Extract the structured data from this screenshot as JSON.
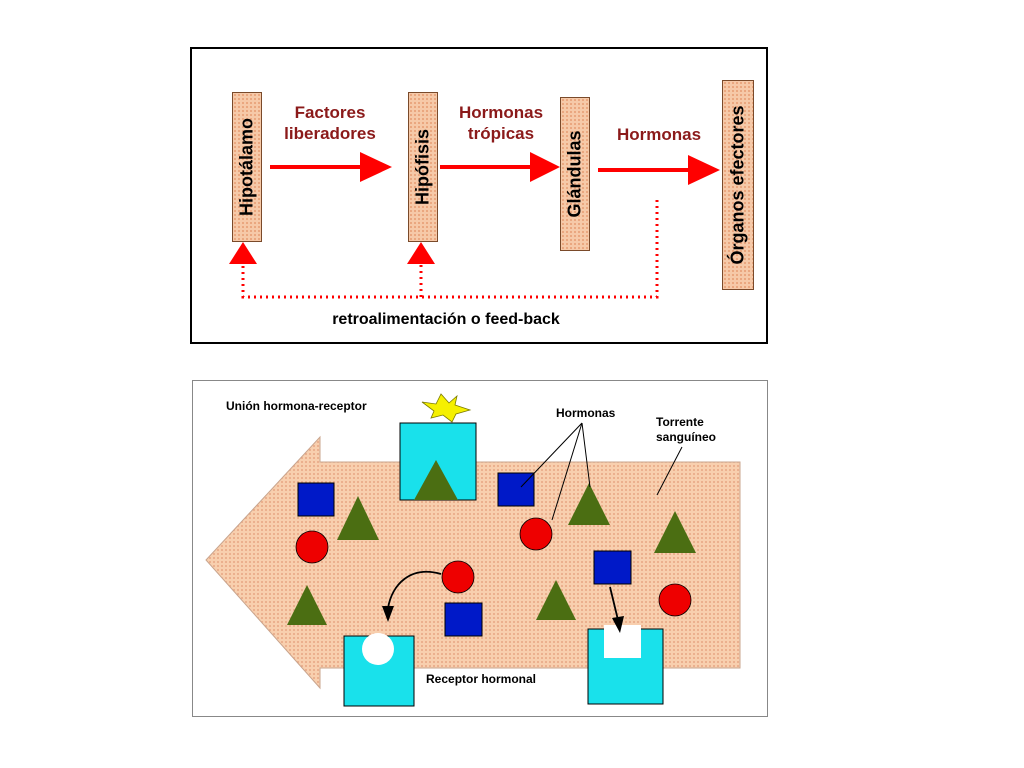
{
  "top_diagram": {
    "boxes": [
      "Hipotálamo",
      "Hipófisis",
      "Glándulas",
      "Órganos efectores"
    ],
    "arrow_labels": {
      "factores": [
        "Factores",
        "liberadores"
      ],
      "tropicas": [
        "Hormonas",
        "trópicas"
      ],
      "hormonas": "Hormonas"
    },
    "feedback": "retroalimentación o feed-back"
  },
  "bottom_diagram": {
    "union": "Unión hormona-receptor",
    "hormonas": "Hormonas",
    "torrente": [
      "Torrente",
      "sanguíneo"
    ],
    "receptor": "Receptor hormonal"
  },
  "colors": {
    "arrow_red": "#ff0000",
    "label_red": "#8b1a1a",
    "hormone_blue": "#0019c8",
    "hormone_red": "#ee0000",
    "hormone_green": "#4b6e12",
    "receptor_cyan": "#19e1eb",
    "stream_pink": "#f6c9a8",
    "hormone_yellow": "#f5f000"
  }
}
